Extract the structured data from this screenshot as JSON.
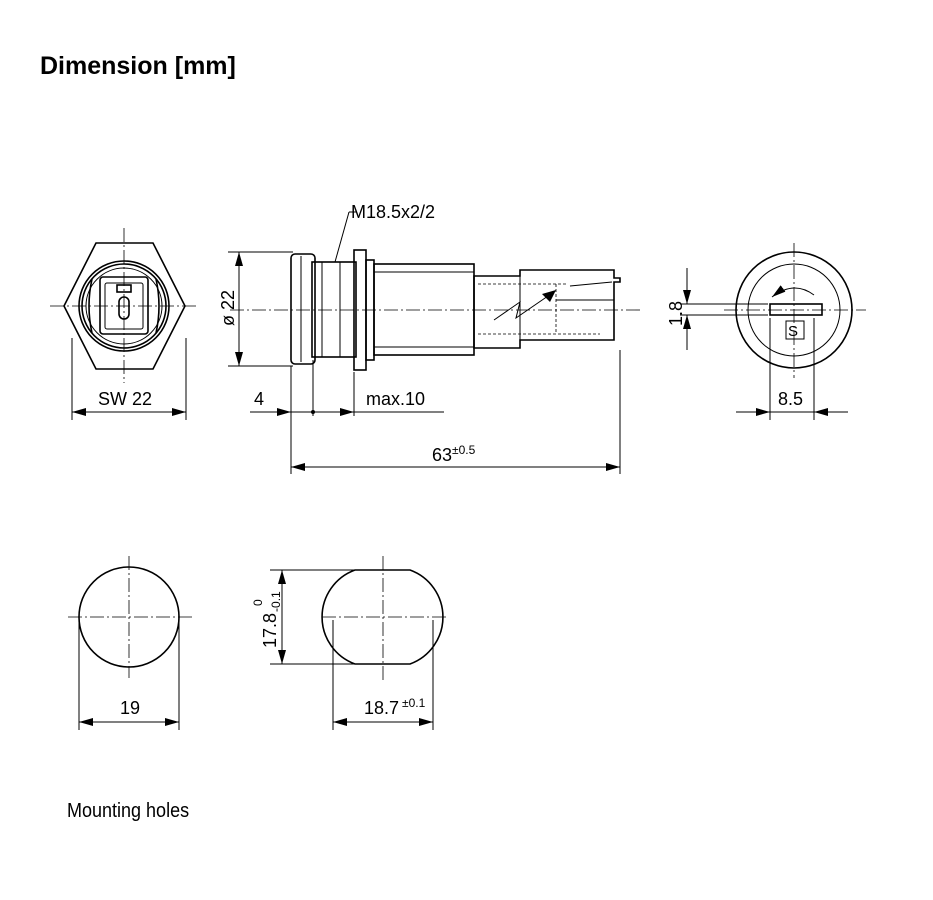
{
  "title": "Dimension [mm]",
  "labels": {
    "thread": "M18.5x2/2",
    "diameter": "ø 22",
    "wrench_size": "SW 22",
    "flange_offset": "4",
    "panel_max": "max.10",
    "overall_length": "63",
    "overall_tolerance": "±0.5",
    "key_offset": "1.8",
    "key_width": "8.5",
    "hole_round": "19",
    "hole_flat_height": "17.8",
    "hole_flat_height_tol_upper": "0",
    "hole_flat_height_tol_lower": "-0.1",
    "hole_flat_width": "18.7",
    "hole_flat_width_tol": "±0.1",
    "lock_symbol": "S"
  },
  "caption": "Mounting holes"
}
